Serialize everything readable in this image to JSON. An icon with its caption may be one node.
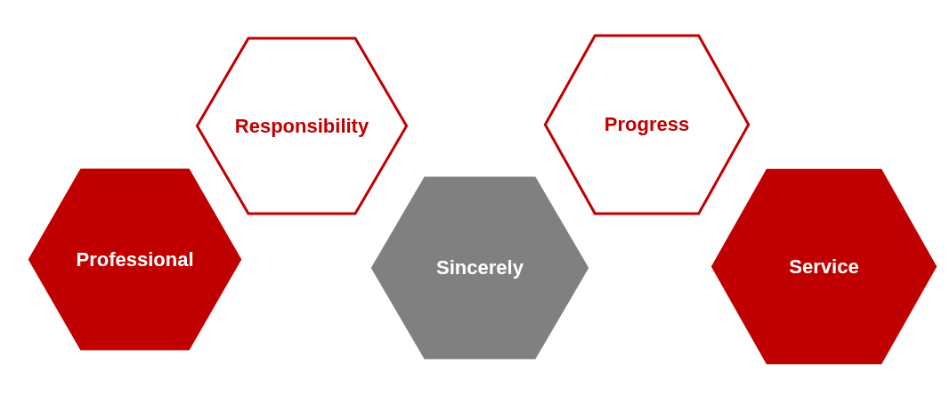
{
  "diagram": {
    "nodes": [
      {
        "text": [
          "Professional"
        ]
      },
      {
        "text": [
          "Responsibility"
        ]
      },
      {
        "text": [
          "Sincerely"
        ]
      },
      {
        "text": [
          "Progress"
        ]
      },
      {
        "text": [
          "Service"
        ]
      }
    ]
  }
}
